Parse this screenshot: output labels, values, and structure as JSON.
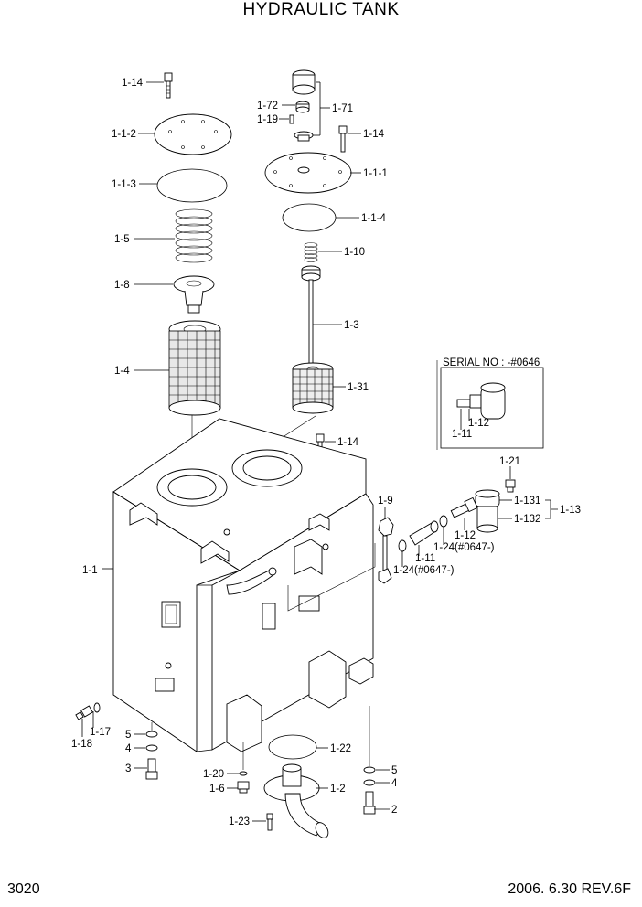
{
  "title": "HYDRAULIC TANK",
  "page_number": "3020",
  "revision": "2006. 6.30  REV.6F",
  "serial_box_label": "SERIAL NO : -#0646",
  "callouts": {
    "c1_14a": "1-14",
    "c1_1_2": "1-1-2",
    "c1_1_3": "1-1-3",
    "c1_5": "1-5",
    "c1_8": "1-8",
    "c1_4": "1-4",
    "c1_72": "1-72",
    "c1_19": "1-19",
    "c1_71": "1-71",
    "c1_14b": "1-14",
    "c1_1_1": "1-1-1",
    "c1_1_4": "1-1-4",
    "c1_10": "1-10",
    "c1_3": "1-3",
    "c1_31": "1-31",
    "c1_14c": "1-14",
    "c1_12s": "1-12",
    "c1_11s": "1-11",
    "c1_21": "1-21",
    "c1_9": "1-9",
    "c1_131": "1-131",
    "c1_13": "1-13",
    "c1_132": "1-132",
    "c1_12": "1-12",
    "c1_24a": "1-24(#0647-)",
    "c1_11": "1-11",
    "c1_24b": "1-24(#0647-)",
    "c1_1": "1-1",
    "c1_17": "1-17",
    "c1_18": "1-18",
    "c5a": "5",
    "c4a": "4",
    "c3": "3",
    "c1_20": "1-20",
    "c1_6": "1-6",
    "c1_22": "1-22",
    "c1_2": "1-2",
    "c1_23": "1-23",
    "c5b": "5",
    "c4b": "4",
    "c2": "2"
  }
}
